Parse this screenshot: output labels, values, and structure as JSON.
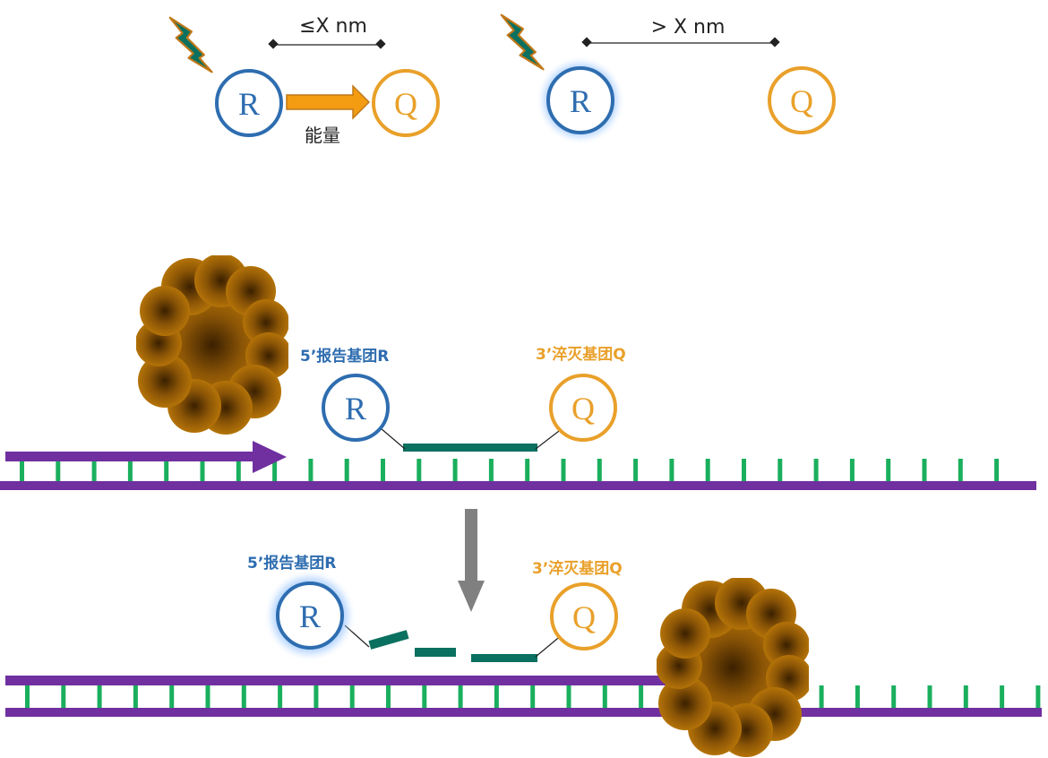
{
  "colors": {
    "reporter": "#2e6db0",
    "quencher": "#e9a02a",
    "energy_arrow": "#f39c12",
    "strand": "#7030a0",
    "base": "#1aaf5d",
    "probe": "#0a7060",
    "lightning": "#0a7060",
    "lightning_edge": "#c07818",
    "polymerase": "#b47308",
    "glow": "#5aa0ff",
    "down_arrow": "#808080",
    "text": "#222222"
  },
  "fret_panel": {
    "close_distance_label": "≤X nm",
    "energy_label": "能量",
    "far_distance_label": "> X nm",
    "reporter_letter": "R",
    "quencher_letter": "Q"
  },
  "labels": {
    "reporter_5prime": "5’报告基团R",
    "quencher_3prime": "3’淬灭基团Q"
  },
  "icons": {
    "excitation": "lightning-icon",
    "polymerase": "polymerase-blob-icon",
    "step": "down-arrow-icon"
  }
}
